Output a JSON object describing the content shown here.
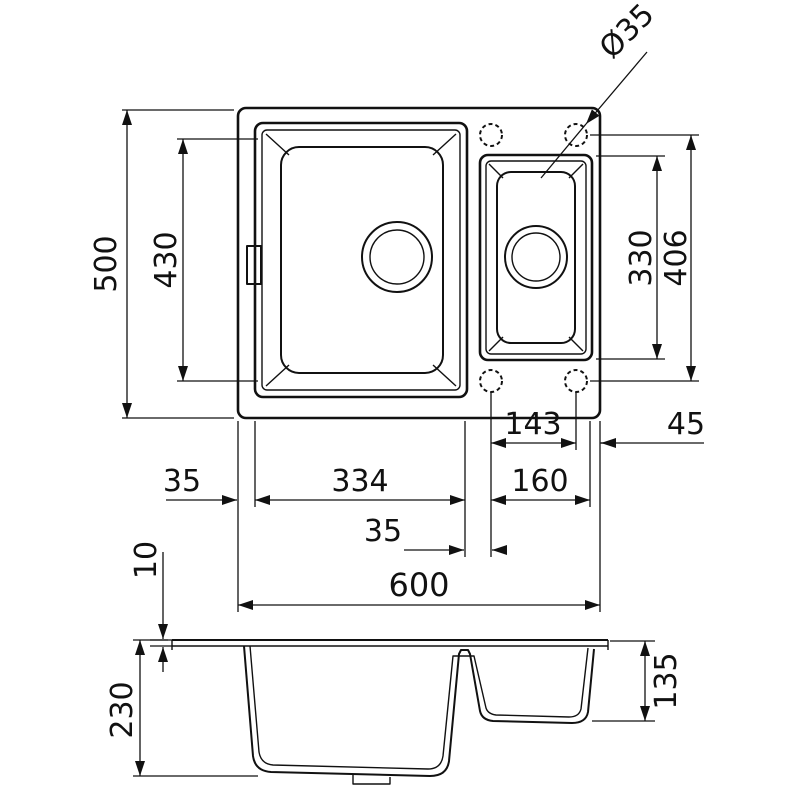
{
  "labels": {
    "overall_length": "500",
    "bowl_length": "430",
    "small_bowl_length": "330",
    "holes_span": "406",
    "holes_spacing": "143",
    "hole_edge_offset": "45",
    "left_margin": "35",
    "large_bowl_width": "334",
    "small_bowl_width": "160",
    "bowl_gap": "35",
    "overall_width": "600",
    "rim_height": "10",
    "large_bowl_depth": "230",
    "small_bowl_depth": "135",
    "hole_diameter": "Ø35"
  },
  "colors": {
    "line": "#111111",
    "background": "#ffffff"
  }
}
